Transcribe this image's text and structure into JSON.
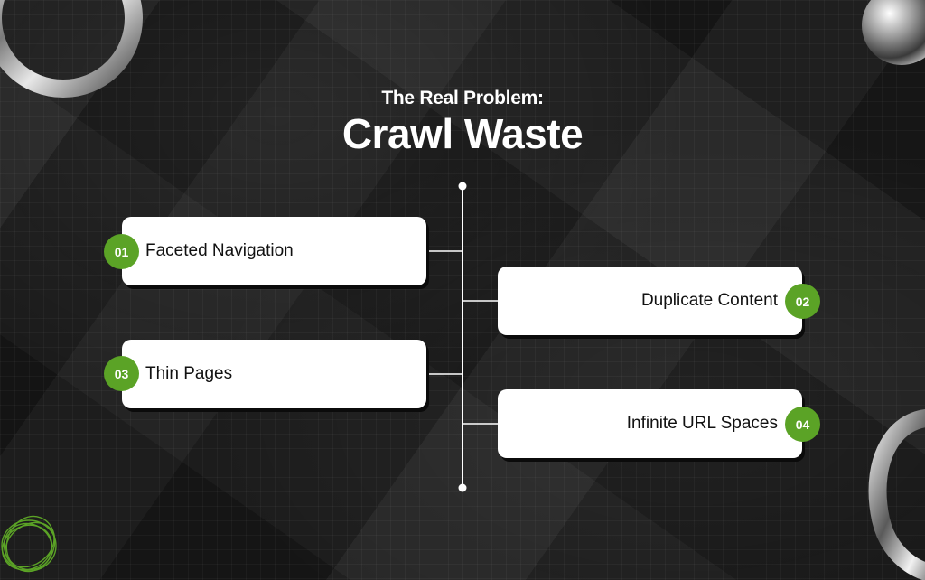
{
  "header": {
    "title_small": "The Real Problem:",
    "title_big": "Crawl Waste"
  },
  "items": [
    {
      "number": "01",
      "label": "Faceted Navigation",
      "side": "left"
    },
    {
      "number": "02",
      "label": "Duplicate Content",
      "side": "right"
    },
    {
      "number": "03",
      "label": "Thin Pages",
      "side": "left"
    },
    {
      "number": "04",
      "label": "Infinite URL Spaces",
      "side": "right"
    }
  ],
  "colors": {
    "accent": "#5ba326",
    "background": "#1b1b1b",
    "card": "#ffffff",
    "text_dark": "#111111"
  }
}
